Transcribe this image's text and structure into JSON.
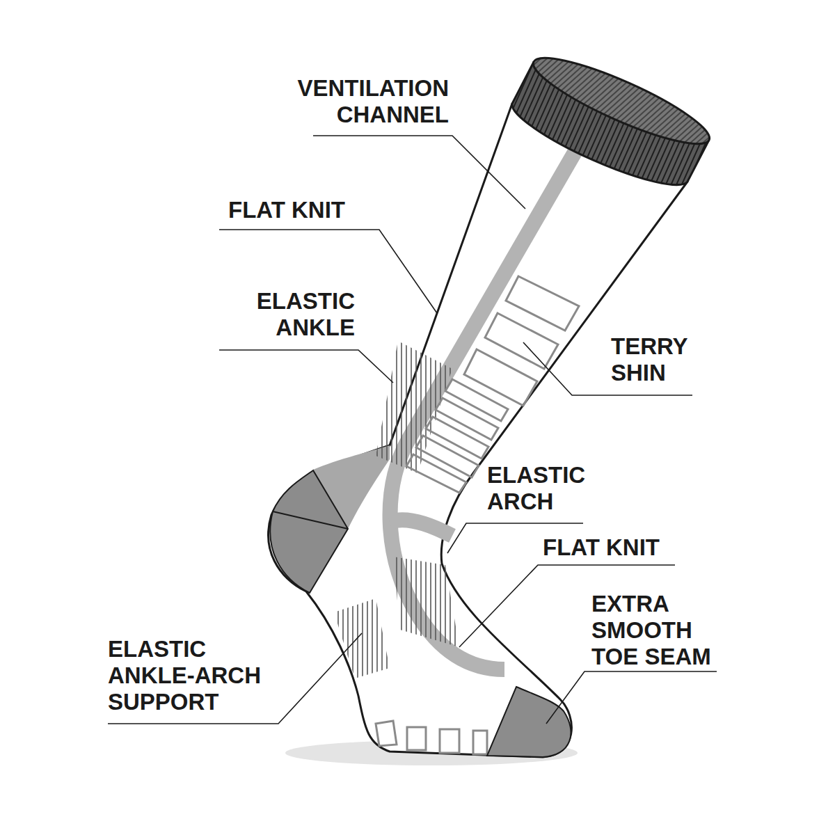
{
  "diagram": {
    "labels": [
      "VENTILATION CHANNEL",
      "FLAT KNIT",
      "ELASTIC ANKLE",
      "TERRY SHIN",
      "ELASTIC ARCH",
      "FLAT KNIT",
      "EXTRA SMOOTH TOE SEAM",
      "ELASTIC ANKLE-ARCH SUPPORT"
    ]
  }
}
